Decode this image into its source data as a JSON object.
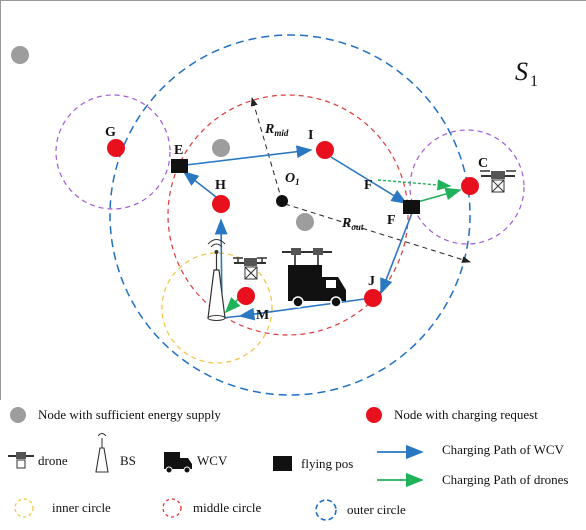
{
  "colors": {
    "outer": "#1f6fc4",
    "middle": "#e0393a",
    "inner": "#f5c54a",
    "purple": "#a25bd6",
    "request": "#e8101c",
    "sufficient": "#9d9d9d",
    "wcv_path": "#2a78c2",
    "drone_path": "#1fb25a"
  },
  "diagram": {
    "title": "S",
    "title_sub": "1",
    "center_label": "O",
    "center_sub": "1",
    "r_mid": "R",
    "r_mid_sub": "mid",
    "r_out": "R",
    "r_out_sub": "out",
    "nodes": {
      "G": "G",
      "E": "E",
      "I": "I",
      "H": "H",
      "F1": "F",
      "F2": "F",
      "C": "C",
      "J": "J",
      "M": "M"
    }
  },
  "legend": {
    "sufficient": "Node with sufficient energy supply",
    "request": "Node with charging request",
    "drone": "drone",
    "bs": "BS",
    "wcv": "WCV",
    "flying": "flying pos",
    "wcv_path": "Charging Path of WCV",
    "drone_path": "Charging Path of drones",
    "inner": "inner circle",
    "middle": "middle circle",
    "outer": "outer circle"
  }
}
